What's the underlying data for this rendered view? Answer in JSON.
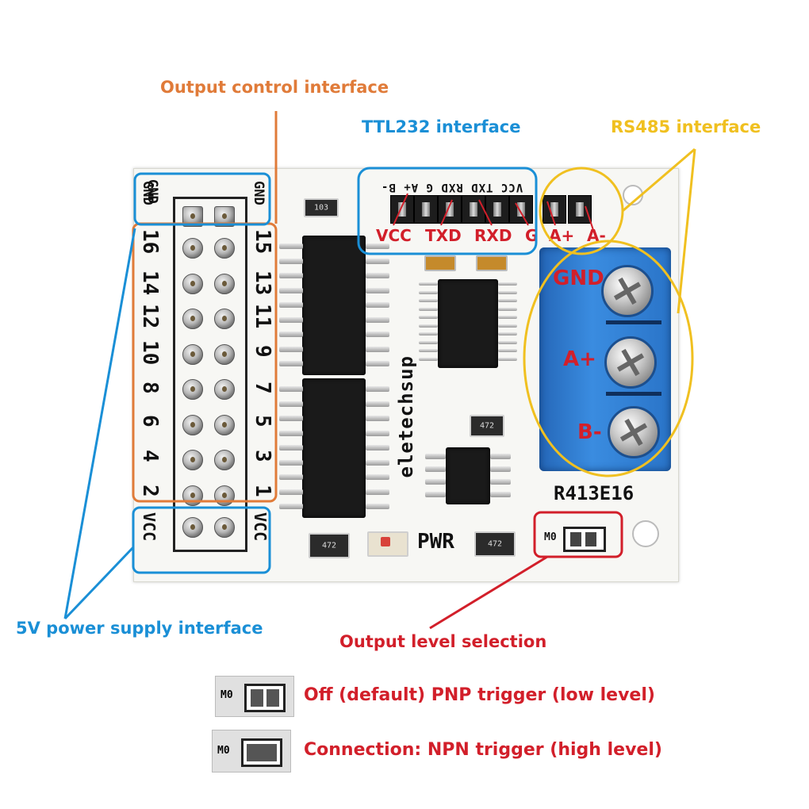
{
  "callouts": {
    "output_control": "Output control interface",
    "ttl232": "TTL232 interface",
    "rs485": "RS485 interface",
    "power": "5V power supply interface",
    "output_level": "Output level selection"
  },
  "legend": {
    "off_text": "Off (default) PNP trigger (low level)",
    "connection_text": "Connection: NPN trigger (high level)",
    "switch_label": "M0"
  },
  "board": {
    "model": "R413E16",
    "brand": "eletechsup",
    "pwr_label": "PWR",
    "jumper_label": "M0",
    "resistor_label": "472",
    "cap_label": "103",
    "left_header": [
      "GND",
      "16",
      "14",
      "12",
      "10",
      "8",
      "6",
      "4",
      "2",
      "VCC"
    ],
    "right_header": [
      "GND",
      "15",
      "13",
      "11",
      "9",
      "7",
      "5",
      "3",
      "1",
      "VCC"
    ],
    "ttl_silk": [
      "VCC",
      "TXD",
      "RXD",
      "G",
      "A+",
      "B-"
    ],
    "ttl_overlay": [
      "VCC",
      "TXD",
      "RXD",
      "G",
      "A+",
      "A-"
    ],
    "terminal_labels": [
      "GND",
      "A+",
      "B-"
    ]
  },
  "colors": {
    "orange": "#e07b39",
    "blue": "#1a8fd6",
    "yellow": "#f0c020",
    "red": "#d21f2a",
    "terminal": "#2f7fd0"
  }
}
